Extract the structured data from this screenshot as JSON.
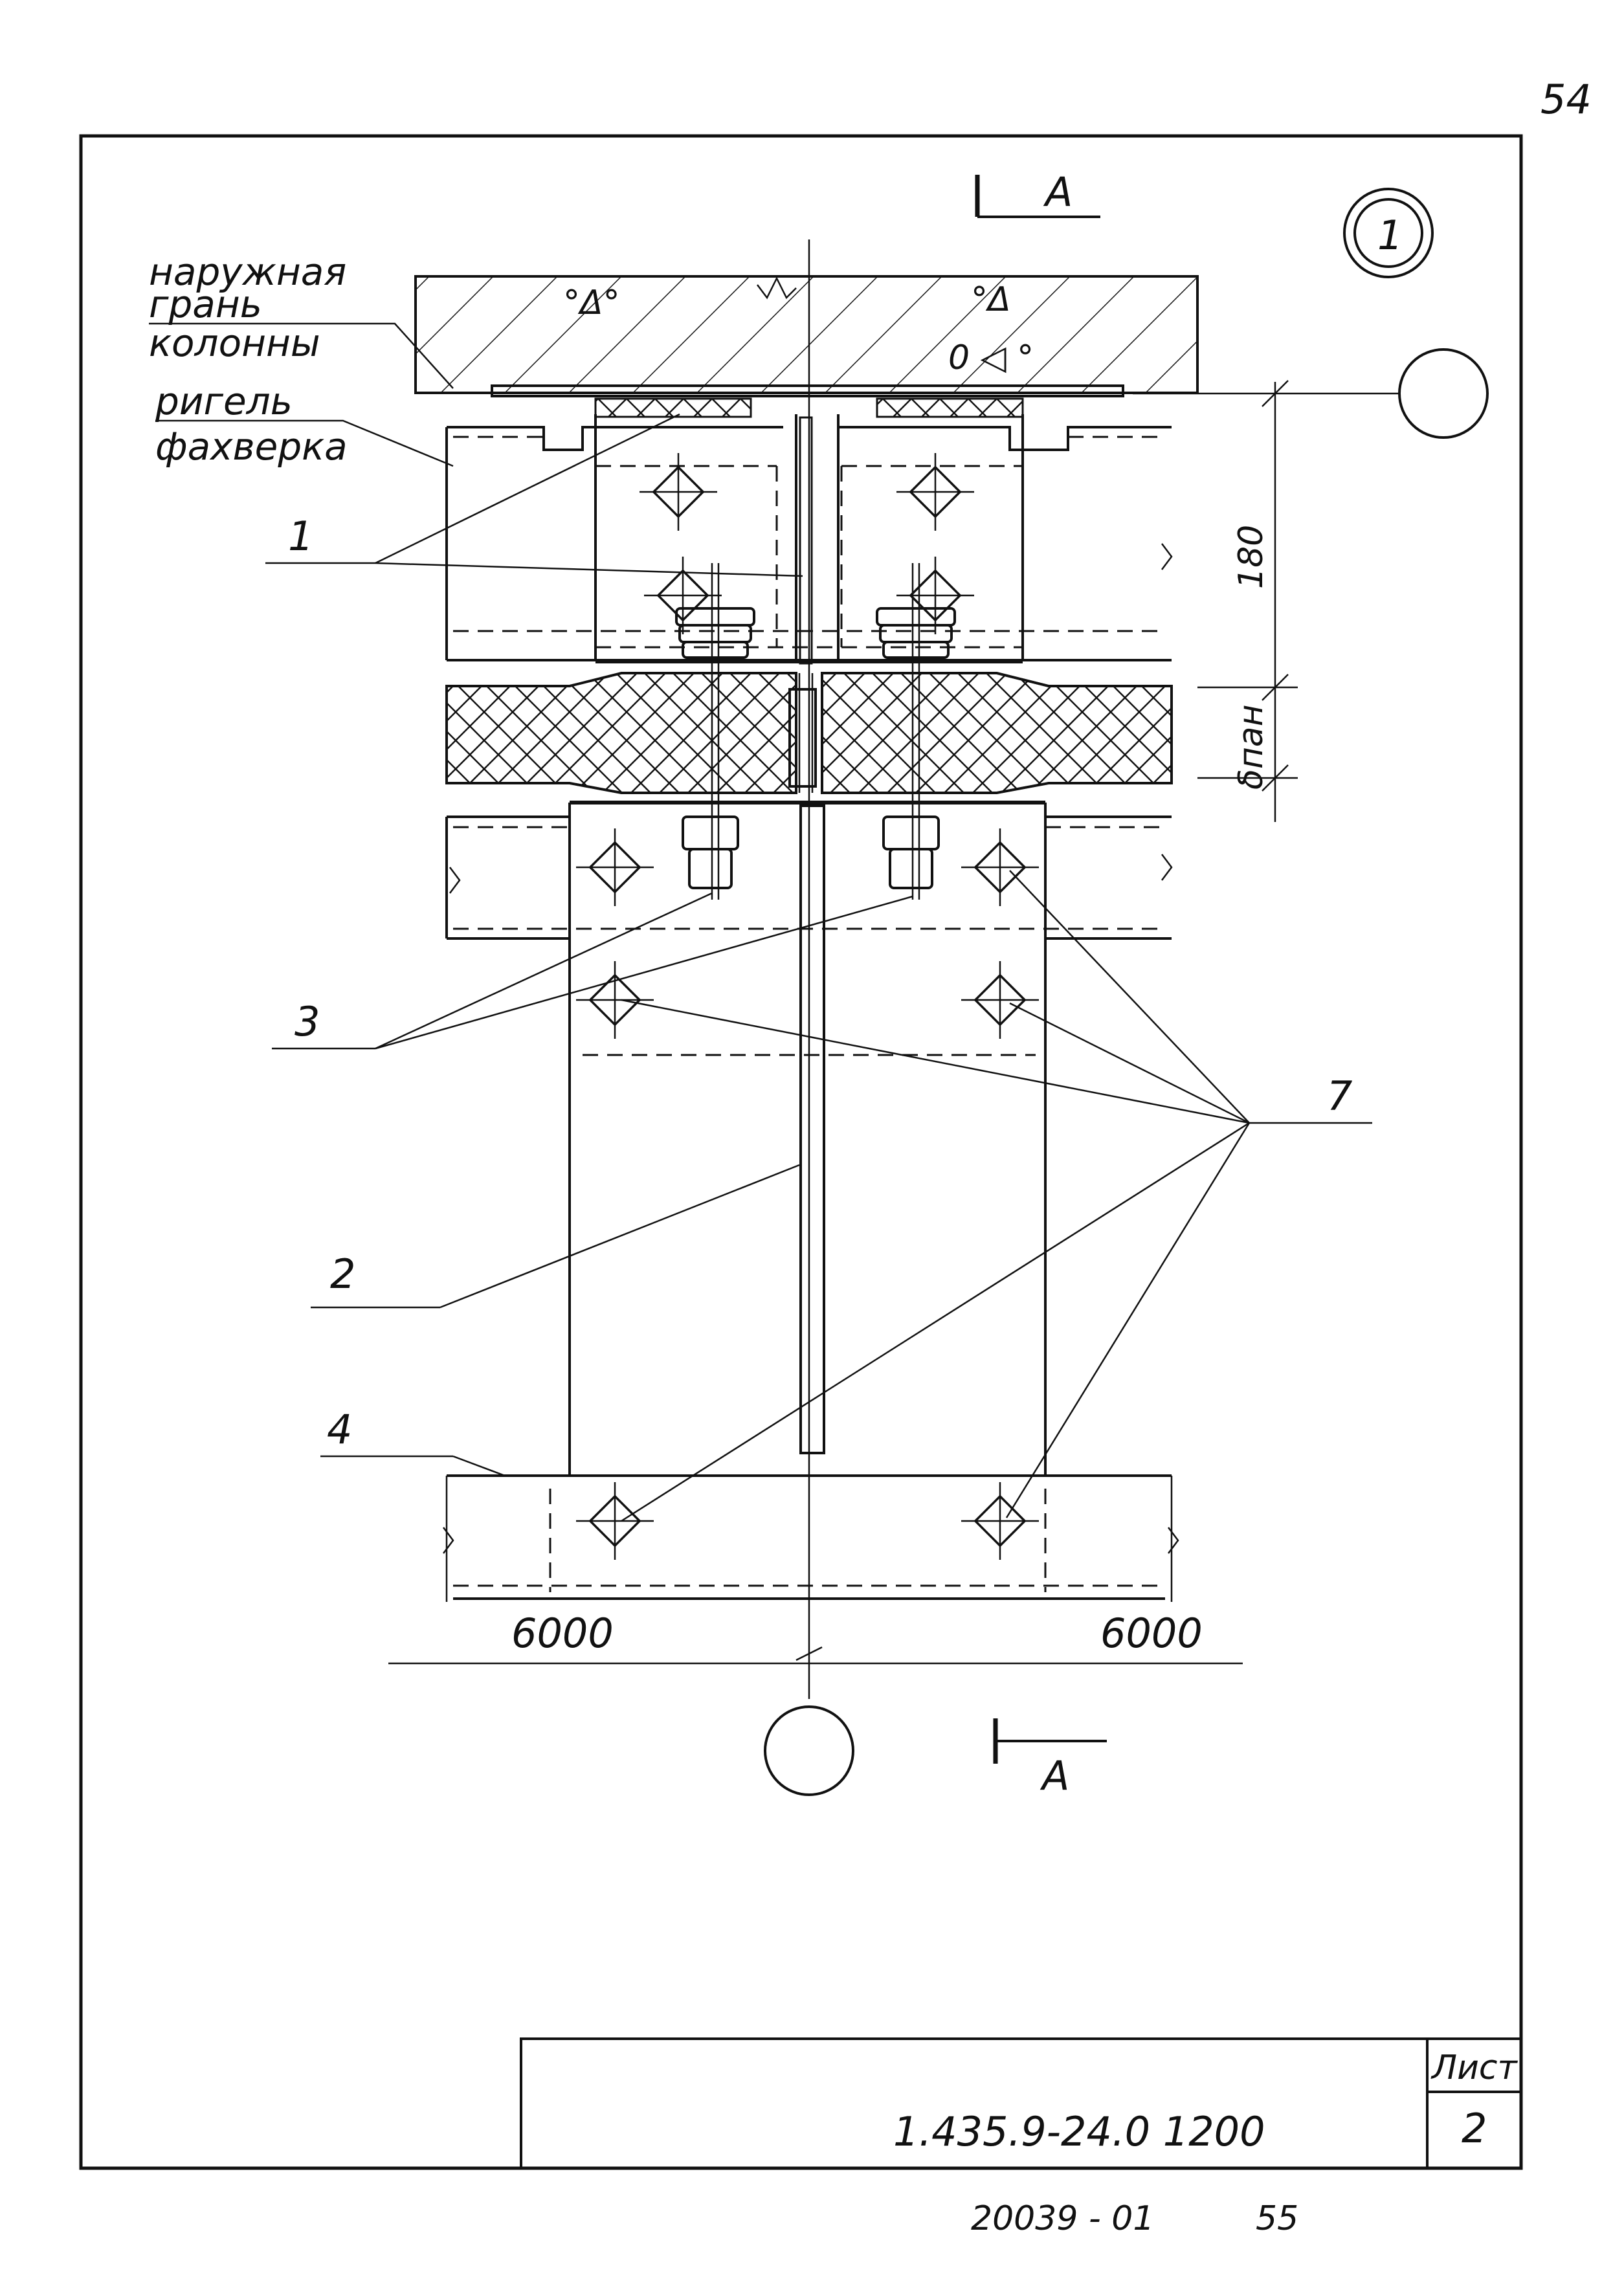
{
  "sheet_corner_number": "54",
  "node_mark": "1",
  "section_mark": "А",
  "labels": {
    "column_face_line1": "наружная",
    "column_face_line2": "грань",
    "column_face_line3": "колонны",
    "crossbar_line1": "ригель",
    "crossbar_line2": "фахверка"
  },
  "dimensions": {
    "height_180": "180",
    "panel_thickness": "δпан",
    "span_left": "6000",
    "span_right": "6000"
  },
  "callouts": [
    "1",
    "2",
    "3",
    "4",
    "7"
  ],
  "title_block": {
    "sheet_label": "Лист",
    "sheet_number": "2",
    "document_code": "1.435.9-24.0 1200"
  },
  "archive_number": "20039 - 01",
  "archive_page": "55"
}
